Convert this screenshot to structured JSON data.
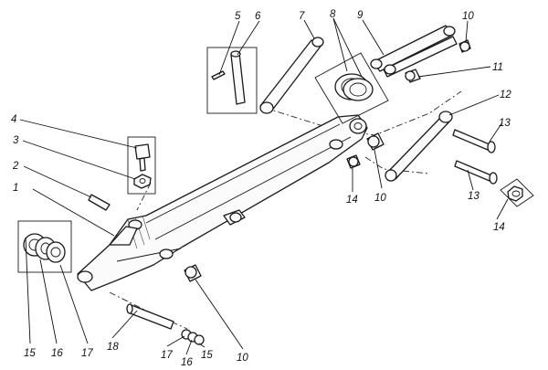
{
  "callouts": {
    "c1": "1",
    "c2": "2",
    "c3": "3",
    "c4": "4",
    "c5": "5",
    "c6": "6",
    "c7": "7",
    "c8": "8",
    "c9": "9",
    "c10a": "10",
    "c10b": "10",
    "c10c": "10",
    "c11": "11",
    "c12": "12",
    "c13a": "13",
    "c13b": "13",
    "c14a": "14",
    "c14b": "14",
    "c15a": "15",
    "c15b": "15",
    "c16a": "16",
    "c16b": "16",
    "c17a": "17",
    "c17b": "17",
    "c18": "18"
  }
}
